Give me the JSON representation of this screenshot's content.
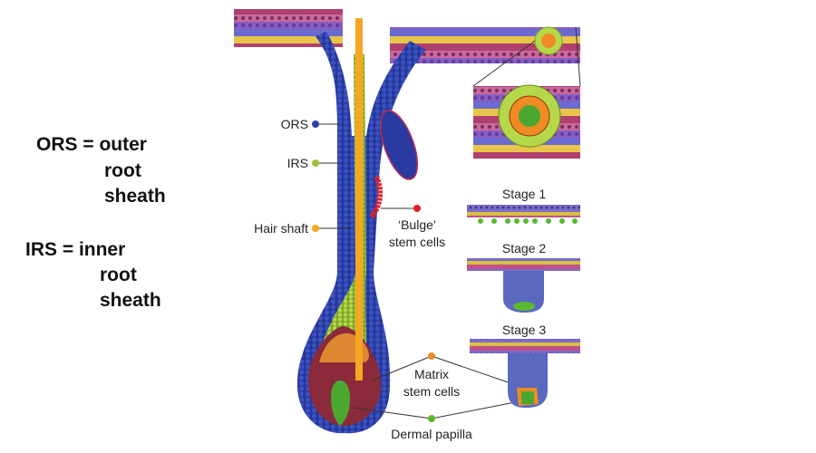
{
  "definitions": [
    {
      "line1": "ORS = outer",
      "line2": "root",
      "line3": "sheath"
    },
    {
      "line1": "IRS = inner",
      "line2": "root",
      "line3": "sheath"
    }
  ],
  "labels": {
    "ors": "ORS",
    "irs": "IRS",
    "hair_shaft": "Hair shaft",
    "bulge_1": "‘Bulge’",
    "bulge_2": "stem cells",
    "matrix_1": "Matrix",
    "matrix_2": "stem cells",
    "dermal_papilla": "Dermal papilla",
    "stage1": "Stage 1",
    "stage2": "Stage 2",
    "stage3": "Stage 3"
  },
  "colors": {
    "ors": "#2b3fa6",
    "irs": "#9cc43a",
    "shaft": "#f5a623",
    "bulge": "#e0202a",
    "matrix": "#f08a24",
    "papilla": "#5cb82e"
  }
}
